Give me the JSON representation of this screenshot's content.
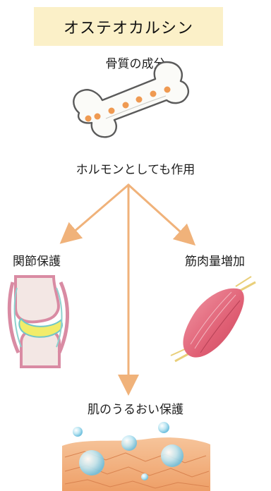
{
  "title": "オステオカルシン",
  "labels": {
    "bone": "骨質の成分",
    "hormone": "ホルモンとしても作用",
    "joint": "関節保護",
    "muscle": "筋肉量増加",
    "skin": "肌のうるおい保護"
  },
  "icons": {
    "bone": "bone-icon",
    "joint": "joint-icon",
    "muscle": "muscle-icon",
    "skin": "skin-moisture-icon"
  },
  "colors": {
    "title_bg": "#fbf0c8",
    "arrow": "#f0b27a",
    "bone_dots": "#ef9a52",
    "muscle": "#e46a7c",
    "cartilage": "#f2ec6a",
    "skin": "#f3b27e",
    "bubble": "#9fd7ea"
  }
}
